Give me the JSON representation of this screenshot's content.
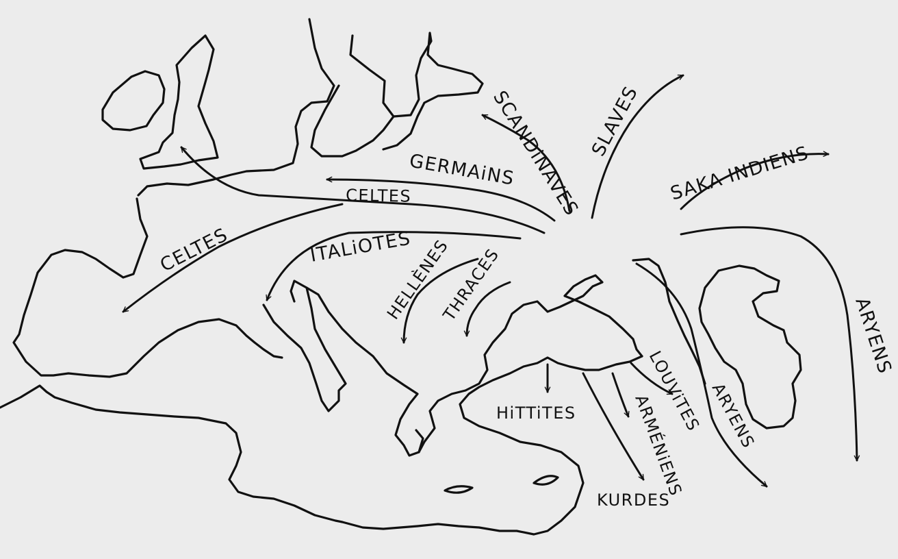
{
  "labels": {
    "scandinaves": "SCANDiNAVES",
    "slaves": "SLAVES",
    "saka_indiens": "SAKA INDIENS",
    "germains": "GERMAiNS",
    "celtes_north": "CELTES",
    "celtes_west": "CELTES",
    "italiotes": "ITALiOTES",
    "hellenes": "HELLÈNES",
    "thraces": "THRACES",
    "hittites": "HiTTiTES",
    "louvites": "LOUViTES",
    "armeniens": "ARMÉNiENS",
    "kurdes": "KURDES",
    "aryens_middle": "ARYENS",
    "aryens_east": "ARYENS"
  },
  "colors": {
    "ink": "#111111",
    "paper": "#ececec"
  }
}
